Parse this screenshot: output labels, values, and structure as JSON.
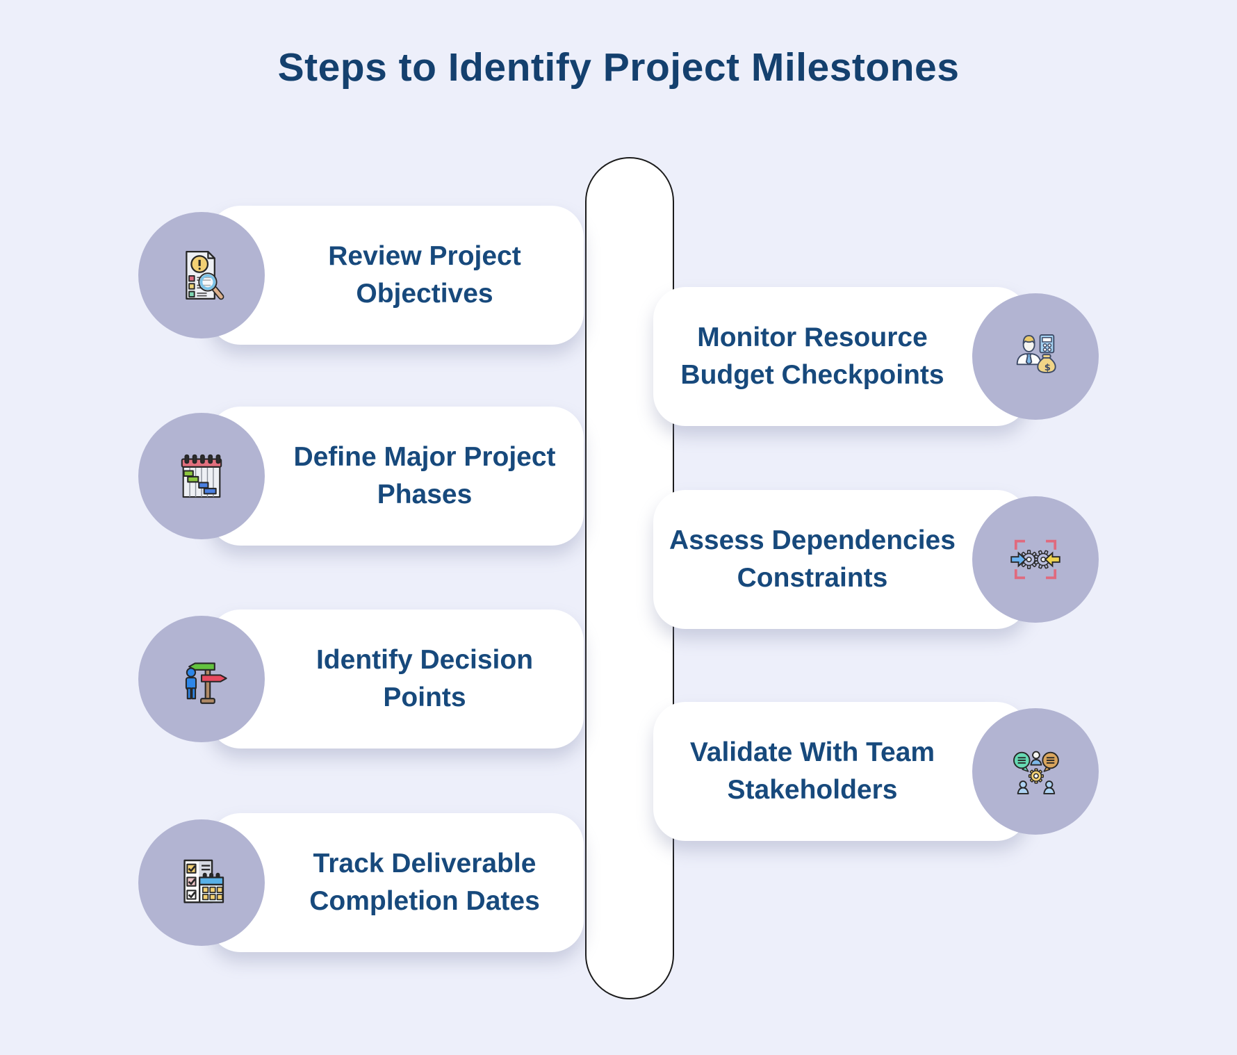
{
  "title": "Steps to Identify Project Milestones",
  "colors": {
    "background": "#edeffa",
    "card": "#ffffff",
    "icon_bubble": "#b2b4d2",
    "title_text": "#14406e",
    "step_text": "#17497c",
    "pill_fill": "#ffffff",
    "pill_border": "#1b1b1b"
  },
  "timeline": {
    "shape": "vertical-pill"
  },
  "steps": [
    {
      "side": "left",
      "icon": "document-search-icon",
      "label": "Review Project\nObjectives"
    },
    {
      "side": "right",
      "icon": "resource-budget-icon",
      "label": "Monitor Resource\nBudget Checkpoints"
    },
    {
      "side": "left",
      "icon": "gantt-phases-icon",
      "label": "Define Major Project\nPhases"
    },
    {
      "side": "right",
      "icon": "dependencies-icon",
      "label": "Assess Dependencies\nConstraints"
    },
    {
      "side": "left",
      "icon": "decision-signpost-icon",
      "label": "Identify Decision\nPoints"
    },
    {
      "side": "right",
      "icon": "team-stakeholders-icon",
      "label": "Validate With Team\nStakeholders"
    },
    {
      "side": "left",
      "icon": "checklist-calendar-icon",
      "label": "Track Deliverable\nCompletion Dates"
    }
  ]
}
